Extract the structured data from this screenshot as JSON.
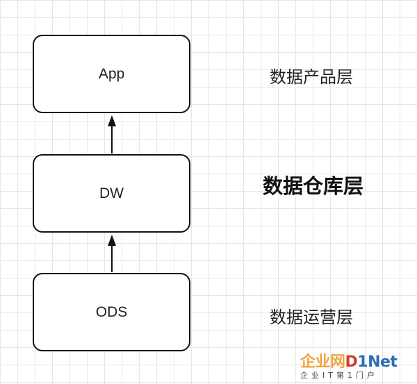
{
  "diagram": {
    "nodes": [
      {
        "id": "app",
        "label": "App"
      },
      {
        "id": "dw",
        "label": "DW"
      },
      {
        "id": "ods",
        "label": "ODS"
      }
    ],
    "edges": [
      {
        "from": "ods",
        "to": "dw"
      },
      {
        "from": "dw",
        "to": "app"
      }
    ],
    "layer_labels": {
      "app": "数据产品层",
      "dw": "数据仓库层",
      "ods": "数据运营层"
    }
  },
  "watermark": {
    "brand_cn": "企业网",
    "brand_d": "D",
    "brand_1": "1",
    "brand_net": "Net",
    "tagline": "企业IT第1门户",
    "colors": {
      "orange": "#f2a341",
      "red": "#d33b2f",
      "blue": "#2e6db5"
    }
  }
}
